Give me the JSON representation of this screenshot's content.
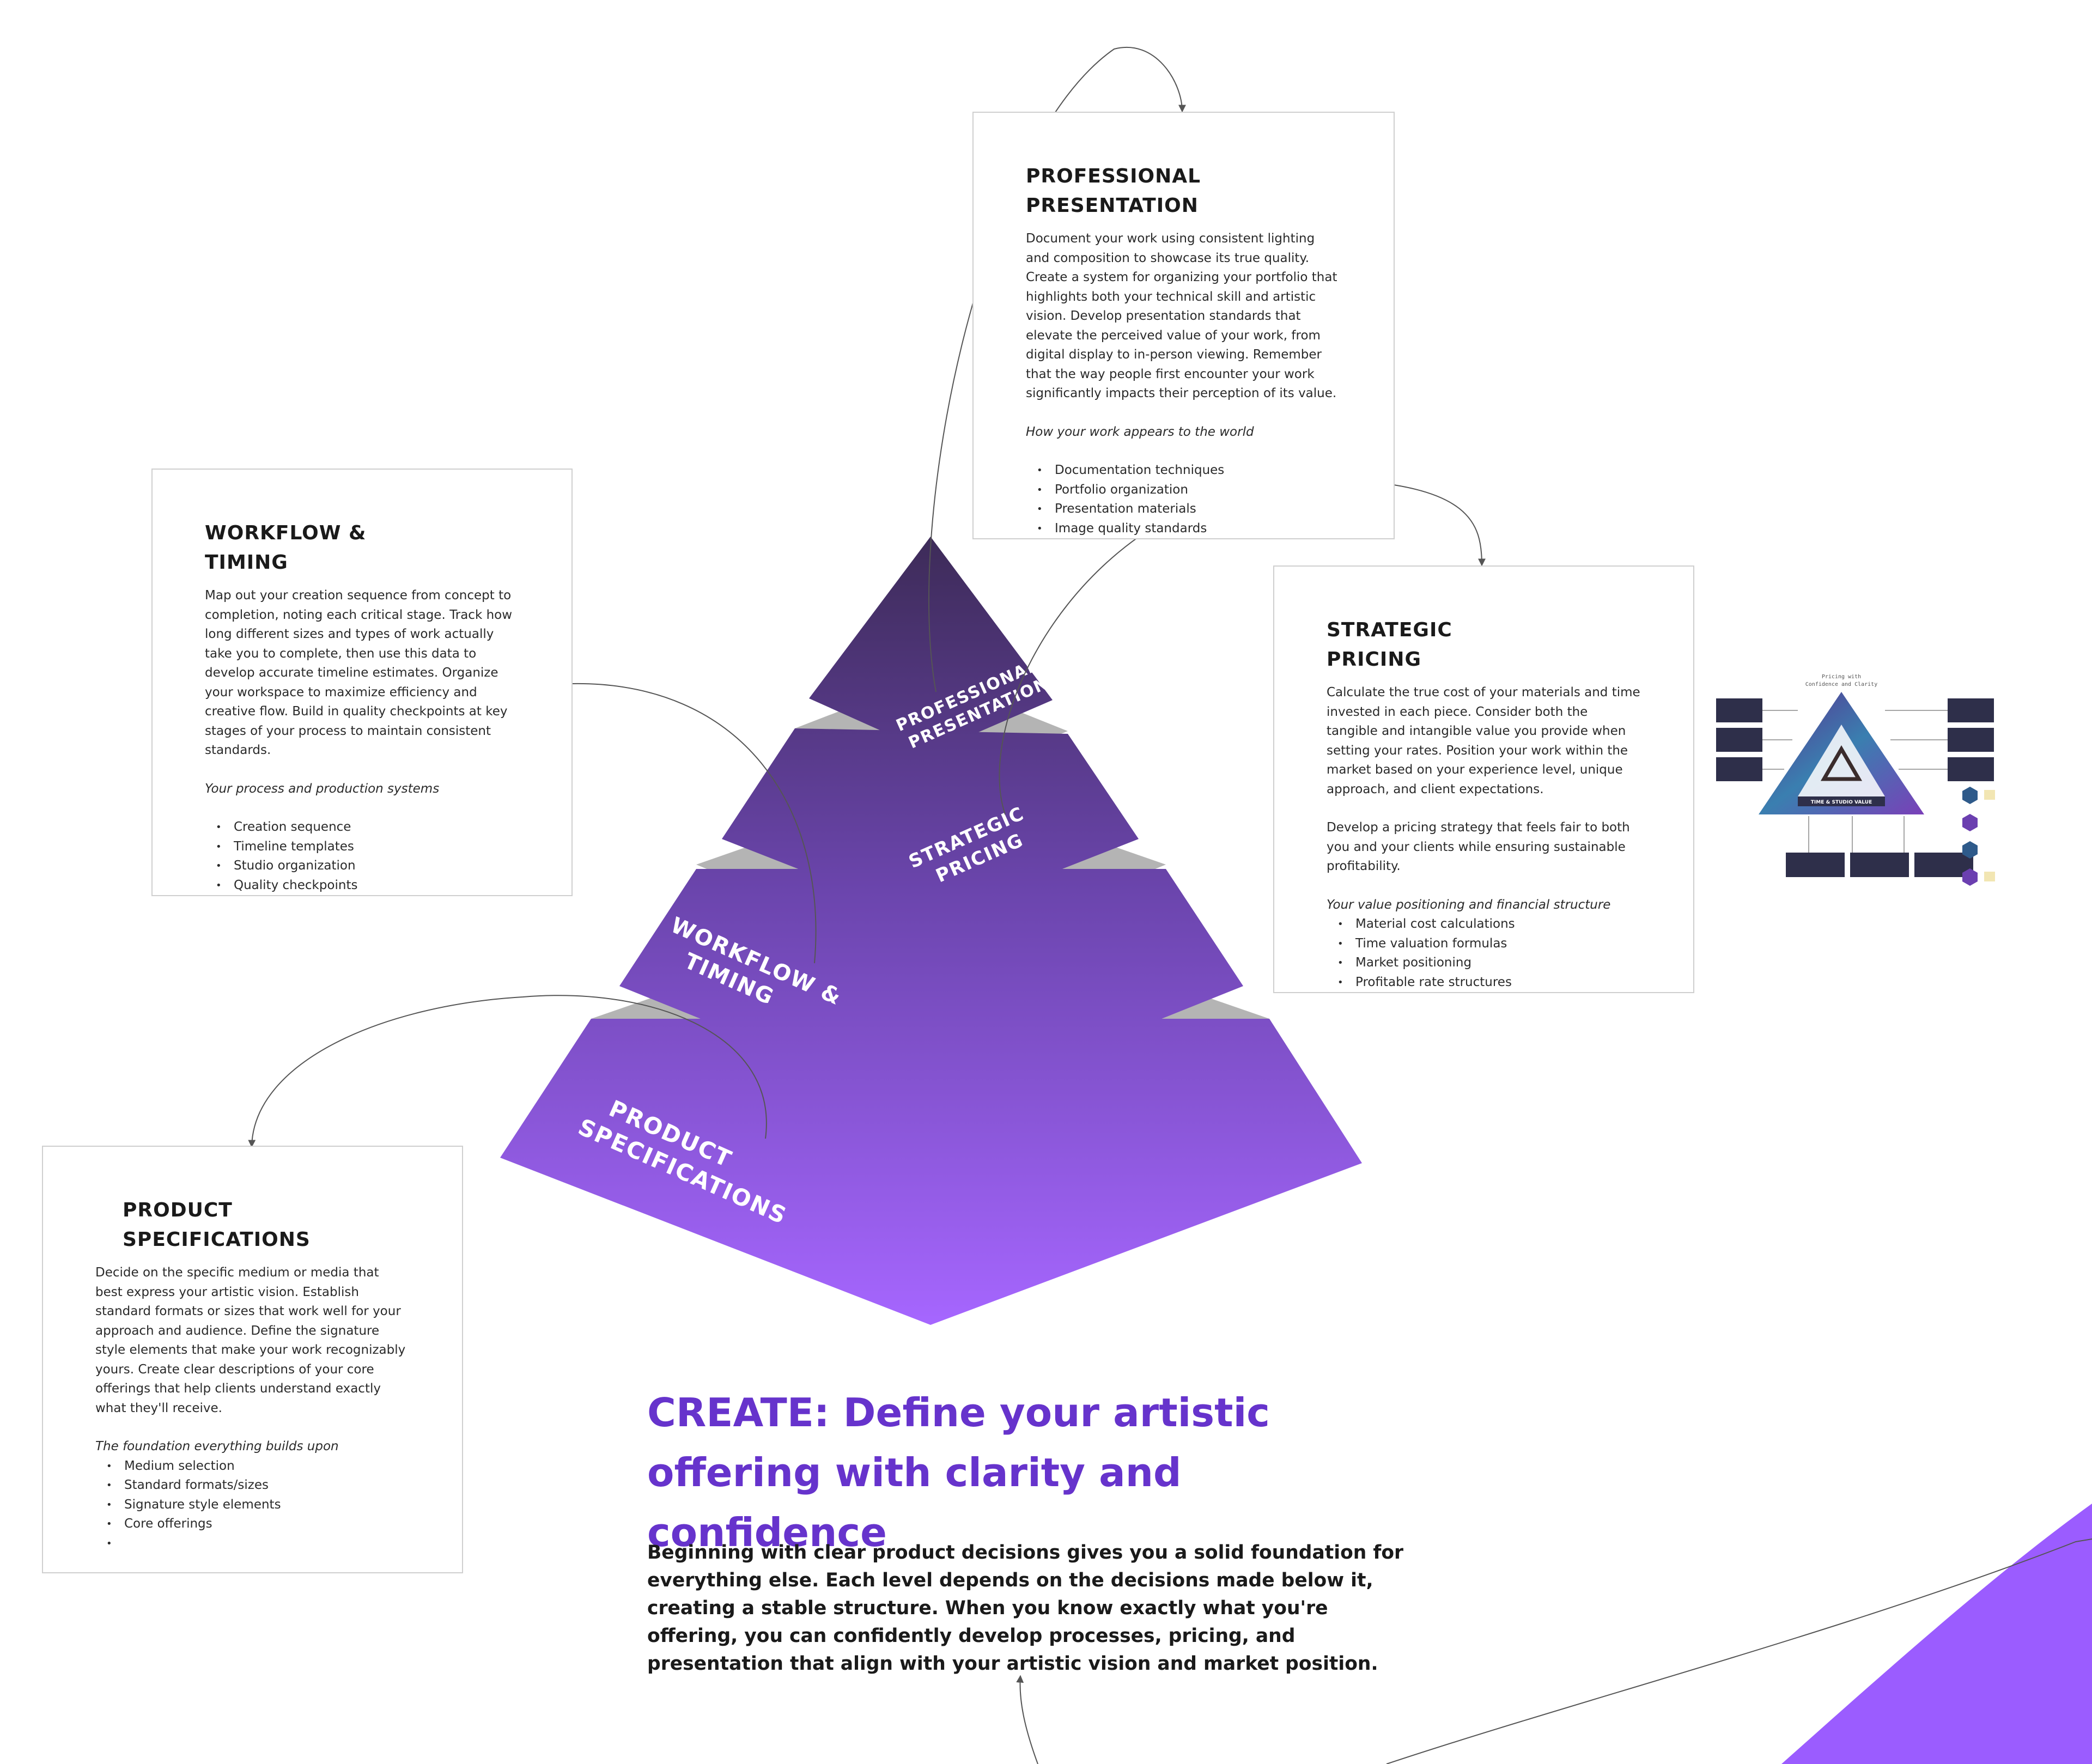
{
  "colors": {
    "accent": "#6633cc",
    "tier_top": "#3d2b58",
    "tier_bottom": "#a666ff",
    "separator": "#b4b4b4",
    "card_border": "#cfcfcf",
    "thumb_dark": "#2e2f4a"
  },
  "pyramid": {
    "tiers": [
      {
        "id": "presentation",
        "label_lines": [
          "PROFESSIONAL",
          "PRESENTATION"
        ]
      },
      {
        "id": "pricing",
        "label_lines": [
          "STRATEGIC",
          "PRICING"
        ]
      },
      {
        "id": "workflow",
        "label_lines": [
          "WORKFLOW &",
          "TIMING"
        ]
      },
      {
        "id": "product",
        "label_lines": [
          "PRODUCT",
          "SPECIFICATIONS"
        ]
      }
    ]
  },
  "cards": {
    "presentation": {
      "title": "PROFESSIONAL\nPRESENTATION",
      "body": "Document your work using consistent lighting and composition to showcase its true quality. Create a system for organizing your portfolio that highlights both your technical skill and artistic vision. Develop presentation standards that elevate the perceived value of your work, from digital display to in-person viewing. Remember that the way people first encounter your work significantly impacts their perception of its value.",
      "subtitle": "How your work appears to the world",
      "items": [
        "Documentation techniques",
        "Portfolio organization",
        "Presentation materials",
        "Image quality standards"
      ]
    },
    "workflow": {
      "title": "WORKFLOW &\nTIMING",
      "body": "Map out your creation sequence from concept to completion, noting each critical stage. Track how long different sizes and types of work actually take you to complete, then use this data to develop accurate timeline estimates. Organize your workspace to maximize efficiency and creative flow. Build in quality checkpoints at key stages of your process to maintain consistent standards.",
      "subtitle": "Your process and production systems",
      "items": [
        "Creation sequence",
        "Timeline templates",
        "Studio organization",
        "Quality checkpoints"
      ]
    },
    "pricing": {
      "title": "STRATEGIC\nPRICING",
      "body": "Calculate the true cost of your materials and time invested in each piece. Consider both the tangible and intangible value you provide when setting your rates. Position your work within the market based on your experience level, unique approach, and client expectations.",
      "body2": "Develop a pricing strategy that feels fair to both you and your clients while ensuring sustainable profitability.",
      "subtitle": "Your value positioning and financial structure",
      "items": [
        "Material cost calculations",
        "Time valuation formulas",
        "Market positioning",
        "Profitable rate structures"
      ]
    },
    "product": {
      "title": "PRODUCT\nSPECIFICATIONS",
      "body": "Decide on the specific medium or media that best express your artistic vision. Establish standard formats or sizes that work well for your approach and audience. Define the signature style elements that make your work recognizably yours. Create clear descriptions of your core offerings that help clients understand exactly what they'll receive.",
      "subtitle": "The foundation everything builds upon",
      "items": [
        "Medium selection",
        "Standard formats/sizes",
        "Signature style elements",
        "Core offerings",
        ""
      ]
    }
  },
  "headline": "CREATE: Define your artistic offering with clarity and confidence",
  "intro": "Beginning with clear product decisions gives you a solid foundation for everything else. Each level depends on the decisions made below it, creating a stable structure. When you know exactly what you're offering, you can confidently develop processes, pricing, and presentation that align with your artistic vision and market position.",
  "thumbnail": {
    "title_lines": [
      "Pricing with",
      "Confidence and Clarity"
    ],
    "center_label": "TIME & STUDIO VALUE"
  }
}
